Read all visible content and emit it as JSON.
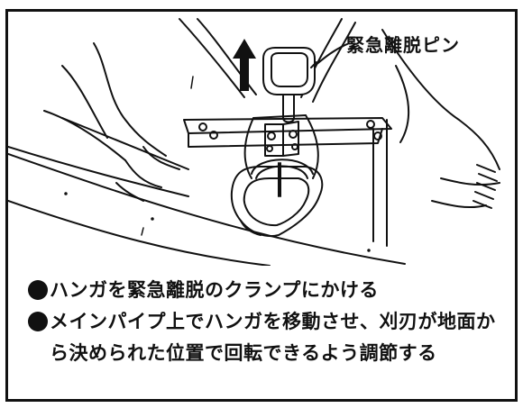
{
  "figure": {
    "callout_label": "緊急離脱ピン",
    "icons": [
      "up-arrow-icon",
      "emergency-release-pin-icon",
      "hanger-clamp-icon",
      "main-pipe-icon",
      "harness-strap-icon",
      "arm-sleeve-icon"
    ]
  },
  "notes": [
    {
      "text": "ハンガを緊急離脱のクランプにかける"
    },
    {
      "text": "メインパイプ上でハンガを移動させ、刈刃が地面から決められた位置で回転できるよう調節する"
    }
  ],
  "colors": {
    "ink": "#111111",
    "background": "#ffffff"
  }
}
